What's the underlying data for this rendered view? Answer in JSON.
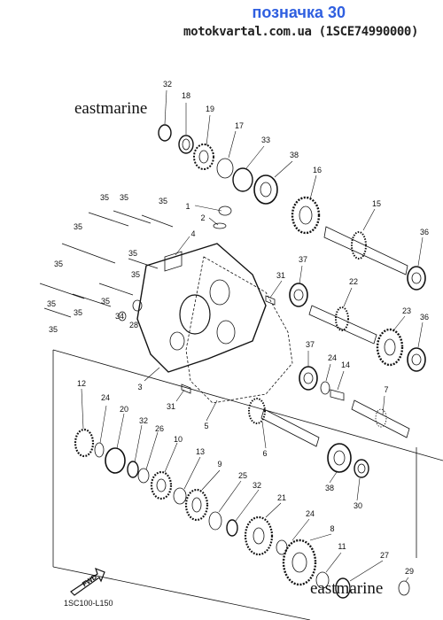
{
  "header": {
    "title": "позначка 30",
    "subtitle": "motokvartal.com.ua (1SCE74990000)"
  },
  "watermarks": [
    "eastmarine",
    "eastmarine"
  ],
  "diagram_code": "1SC100-L150",
  "fwd_label": "FWD",
  "colors": {
    "header_blue": "#2f5fe0",
    "line": "#111111"
  },
  "callouts": [
    "32",
    "18",
    "19",
    "17",
    "33",
    "38",
    "16",
    "15",
    "36",
    "1",
    "2",
    "4",
    "35",
    "35",
    "35",
    "35",
    "35",
    "35",
    "35",
    "35",
    "35",
    "35",
    "35",
    "34",
    "28",
    "31",
    "37",
    "22",
    "23",
    "36",
    "37",
    "24",
    "14",
    "7",
    "3",
    "31",
    "5",
    "6",
    "38",
    "30",
    "12",
    "24",
    "20",
    "32",
    "26",
    "10",
    "13",
    "9",
    "25",
    "32",
    "21",
    "24",
    "8",
    "11",
    "27",
    "29"
  ]
}
